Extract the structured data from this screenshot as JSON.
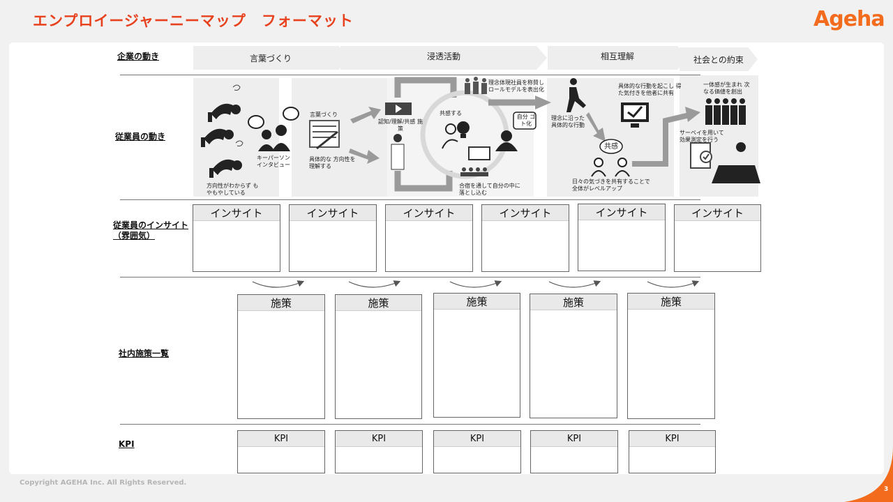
{
  "header": {
    "title": "エンプロイージャーニーマップ　フォーマット",
    "logo": "Ageha"
  },
  "rows": {
    "company": "企業の動き",
    "employee": "従業員の動き",
    "insight_line1": "従業員のインサイト",
    "insight_line2": "（雰囲気）",
    "measures": "社内施策一覧",
    "kpi": "KPI"
  },
  "phases": [
    "言葉づくり",
    "浸透活動",
    "相互理解",
    "社会との約束"
  ],
  "illustration_labels": {
    "confused": "方向性がわからず もやもやしている",
    "interview": "キーパーソン インタビュー",
    "wording": "言葉づくり",
    "understand": "具体的な 方向性を理解する",
    "recognize": "認知/理解/共感 施策",
    "rolemodel": "理念体現社員を称賛し ロールモデルを表出化",
    "sympathy": "共感する",
    "jibun": "自分 ゴト化",
    "camp": "合宿を通して自分の中に 落とし込む",
    "concrete": "理念に沿った 具体的な行動",
    "share_action": "具体的な行動を起こし 得た気付きを他者に共有",
    "kyokan": "共感",
    "levelup": "日々の気づきを共有することで 全体がレベルアップ",
    "unity": "一体感が生まれ 次なる価値を創出",
    "survey": "サーベイを用いて 効果測定を行う"
  },
  "insight_header": "インサイト",
  "measure_header": "施策",
  "kpi_header": "KPI",
  "footer": {
    "copyright": "Copyright AGEHA Inc. All Rights Reserved.",
    "page": "3"
  },
  "colors": {
    "title": "#e8411e",
    "logo": "#f36b1c",
    "accent_corner": "#f36b1c"
  }
}
